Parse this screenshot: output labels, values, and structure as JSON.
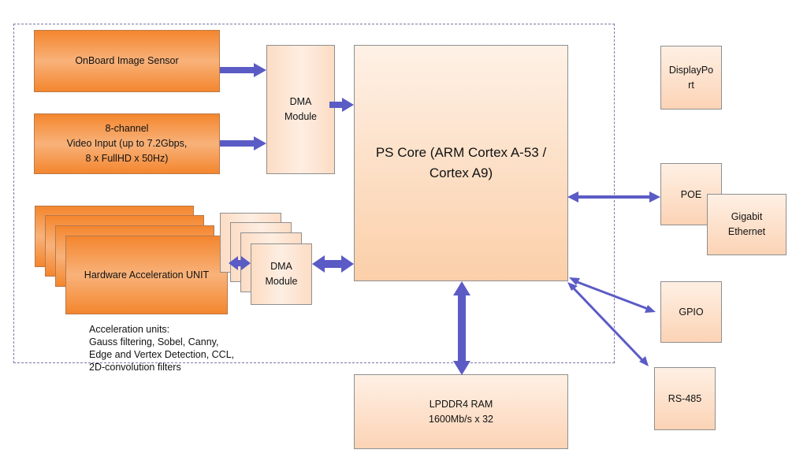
{
  "diagram": {
    "colors": {
      "arrow": "#5b5bc6",
      "orange": "#f4862e",
      "peach": "#fddcc4",
      "dashed_border": "#7b78a8"
    },
    "image_sensor": "OnBoard Image Sensor",
    "video_input": "8-channel\nVideo Input (up to 7.2Gbps,\n8 x FullHD x 50Hz)",
    "dma_top": "DMA\nModule",
    "dma_bottom": "DMA\nModule",
    "hw_accel": "Hardware Acceleration UNIT",
    "accel_note": "Acceleration units:\n Gauss filtering, Sobel, Canny,\nEdge and Vertex Detection, CCL,\n2D-convolution filters",
    "ps_core": "PS Core (ARM Cortex A-53 /\nCortex A9)",
    "lpddr4": "LPDDR4 RAM\n1600Mb/s x 32",
    "displayport": "DisplayPo\nrt",
    "poe": "POE",
    "gigabit": "Gigabit\nEthernet",
    "gpio": "GPIO",
    "rs485": "RS-485"
  }
}
